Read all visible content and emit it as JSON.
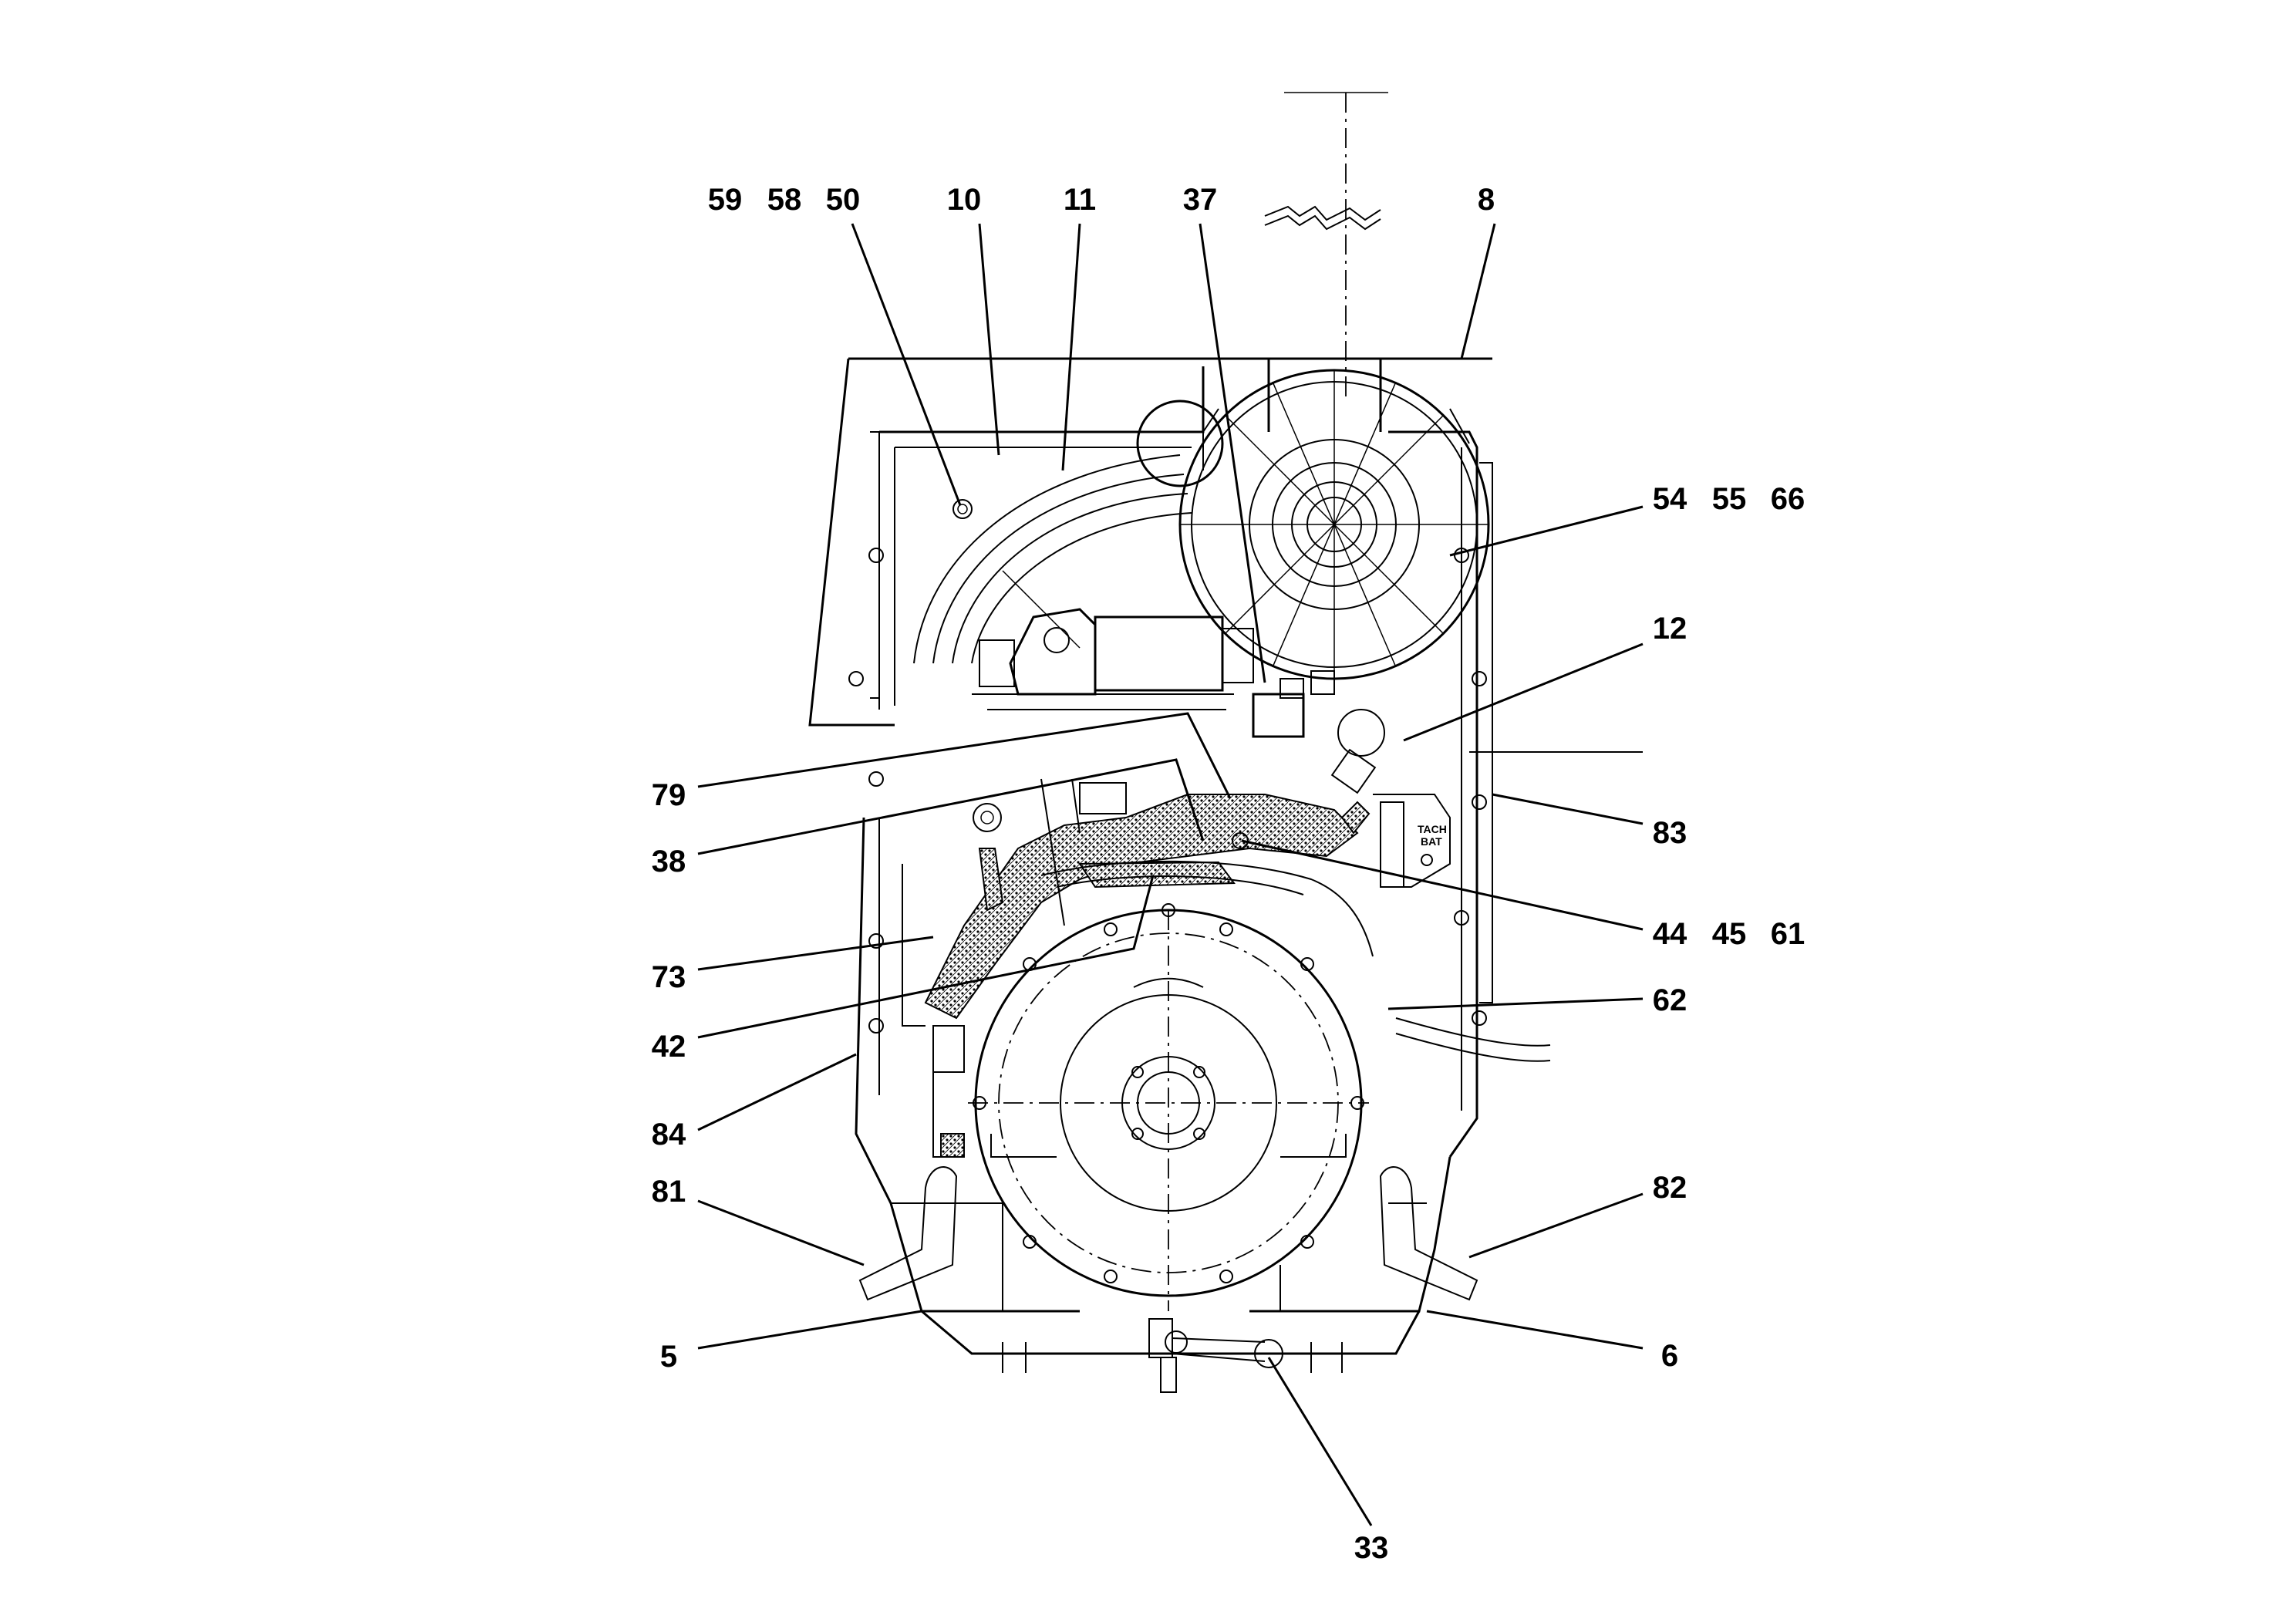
{
  "diagram": {
    "callouts": {
      "c59": "59",
      "c58": "58",
      "c50": "50",
      "c10": "10",
      "c11": "11",
      "c37": "37",
      "c8": "8",
      "c54": "54",
      "c55": "55",
      "c66": "66",
      "c12": "12",
      "c83": "83",
      "c44": "44",
      "c45": "45",
      "c61": "61",
      "c62": "62",
      "c82": "82",
      "c6": "6",
      "c33": "33",
      "c79": "79",
      "c38": "38",
      "c73": "73",
      "c42": "42",
      "c84": "84",
      "c81": "81",
      "c5": "5"
    },
    "panel_label": {
      "line1": "TACH",
      "line2": "BAT"
    }
  },
  "colors": {
    "line": "#000000",
    "background": "#ffffff"
  }
}
